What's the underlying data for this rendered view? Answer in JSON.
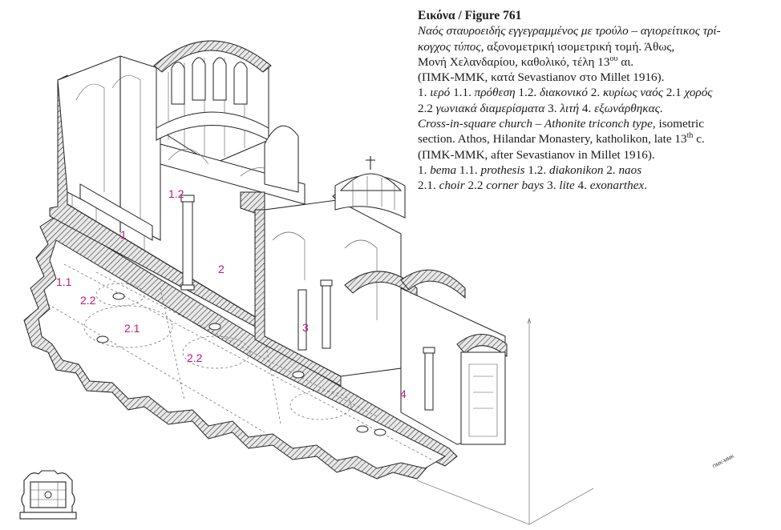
{
  "caption": {
    "title": "Εικόνα / Figure 761",
    "lines": [
      {
        "parts": [
          {
            "t": "Ναός σταυροειδής εγγεγραμμένος με τρούλο – αγιορείτικος τρί-",
            "i": true
          }
        ]
      },
      {
        "parts": [
          {
            "t": "κογχος τύπος",
            "i": true
          },
          {
            "t": ", αξονομετρική ισομετρική τομή. Άθως,",
            "i": false
          }
        ]
      },
      {
        "parts": [
          {
            "t": "Μονή Χελανδαρίου, καθολικό, τέλη 13",
            "i": false
          },
          {
            "t": "ου",
            "i": false,
            "sup": true
          },
          {
            "t": " αι.",
            "i": false
          }
        ]
      },
      {
        "parts": [
          {
            "t": "(ΠΜΚ-ΜΜΚ, κατά Sevastianov στο Millet 1916).",
            "i": false
          }
        ]
      },
      {
        "parts": [
          {
            "t": "1. ",
            "i": false
          },
          {
            "t": "ιερό",
            "i": true
          },
          {
            "t": " 1.1. ",
            "i": false
          },
          {
            "t": "πρόθεση",
            "i": true
          },
          {
            "t": " 1.2. ",
            "i": false
          },
          {
            "t": "διακονικό",
            "i": true
          },
          {
            "t": " 2. ",
            "i": false
          },
          {
            "t": "κυρίως ναός",
            "i": true
          },
          {
            "t": " 2.1 ",
            "i": false
          },
          {
            "t": "χορός",
            "i": true
          }
        ]
      },
      {
        "parts": [
          {
            "t": "2.2 ",
            "i": false
          },
          {
            "t": "γωνιακά διαμερίσματα",
            "i": true
          },
          {
            "t": " 3. ",
            "i": false
          },
          {
            "t": "λιτή",
            "i": true
          },
          {
            "t": " 4. ",
            "i": false
          },
          {
            "t": "εξωνάρθηκας",
            "i": true
          },
          {
            "t": ".",
            "i": false
          }
        ]
      },
      {
        "parts": [
          {
            "t": "Cross-in-square church – Athonite triconch type",
            "i": true
          },
          {
            "t": ", isometric",
            "i": false
          }
        ]
      },
      {
        "parts": [
          {
            "t": "section. Athos, Hilandar Monastery, katholikon, late 13",
            "i": false
          },
          {
            "t": "th",
            "i": false,
            "sup": true
          },
          {
            "t": " c.",
            "i": false
          }
        ]
      },
      {
        "parts": [
          {
            "t": "(ΠΜΚ-ΜΜΚ, after Sevastianov in Millet 1916).",
            "i": false
          }
        ]
      },
      {
        "parts": [
          {
            "t": "1. ",
            "i": false
          },
          {
            "t": "bema",
            "i": true
          },
          {
            "t": " 1.1. ",
            "i": false
          },
          {
            "t": "prothesis",
            "i": true
          },
          {
            "t": " 1.2. ",
            "i": false
          },
          {
            "t": "diakonikon",
            "i": true
          },
          {
            "t": " 2. ",
            "i": false
          },
          {
            "t": "naos",
            "i": true
          }
        ]
      },
      {
        "parts": [
          {
            "t": "2.1. ",
            "i": false
          },
          {
            "t": "choir",
            "i": true
          },
          {
            "t": " 2.2 ",
            "i": false
          },
          {
            "t": "corner bays",
            "i": true
          },
          {
            "t": " 3. ",
            "i": false
          },
          {
            "t": "lite",
            "i": true
          },
          {
            "t": " 4. ",
            "i": false
          },
          {
            "t": "exonarthex",
            "i": true
          },
          {
            "t": ".",
            "i": false
          }
        ]
      }
    ]
  },
  "labels": {
    "bema": "1",
    "diakonikon": "1.2",
    "naos": "2",
    "prothesis": "1.1",
    "corner_bay_left": "2.2",
    "choir": "2.1",
    "corner_bay_front": "2.2",
    "lite": "3",
    "exonarthex": "4"
  },
  "signature": "ΠΜΚ-ΜΜΚ",
  "colors": {
    "label": "#c0187a",
    "ink": "#1a1a1a"
  }
}
